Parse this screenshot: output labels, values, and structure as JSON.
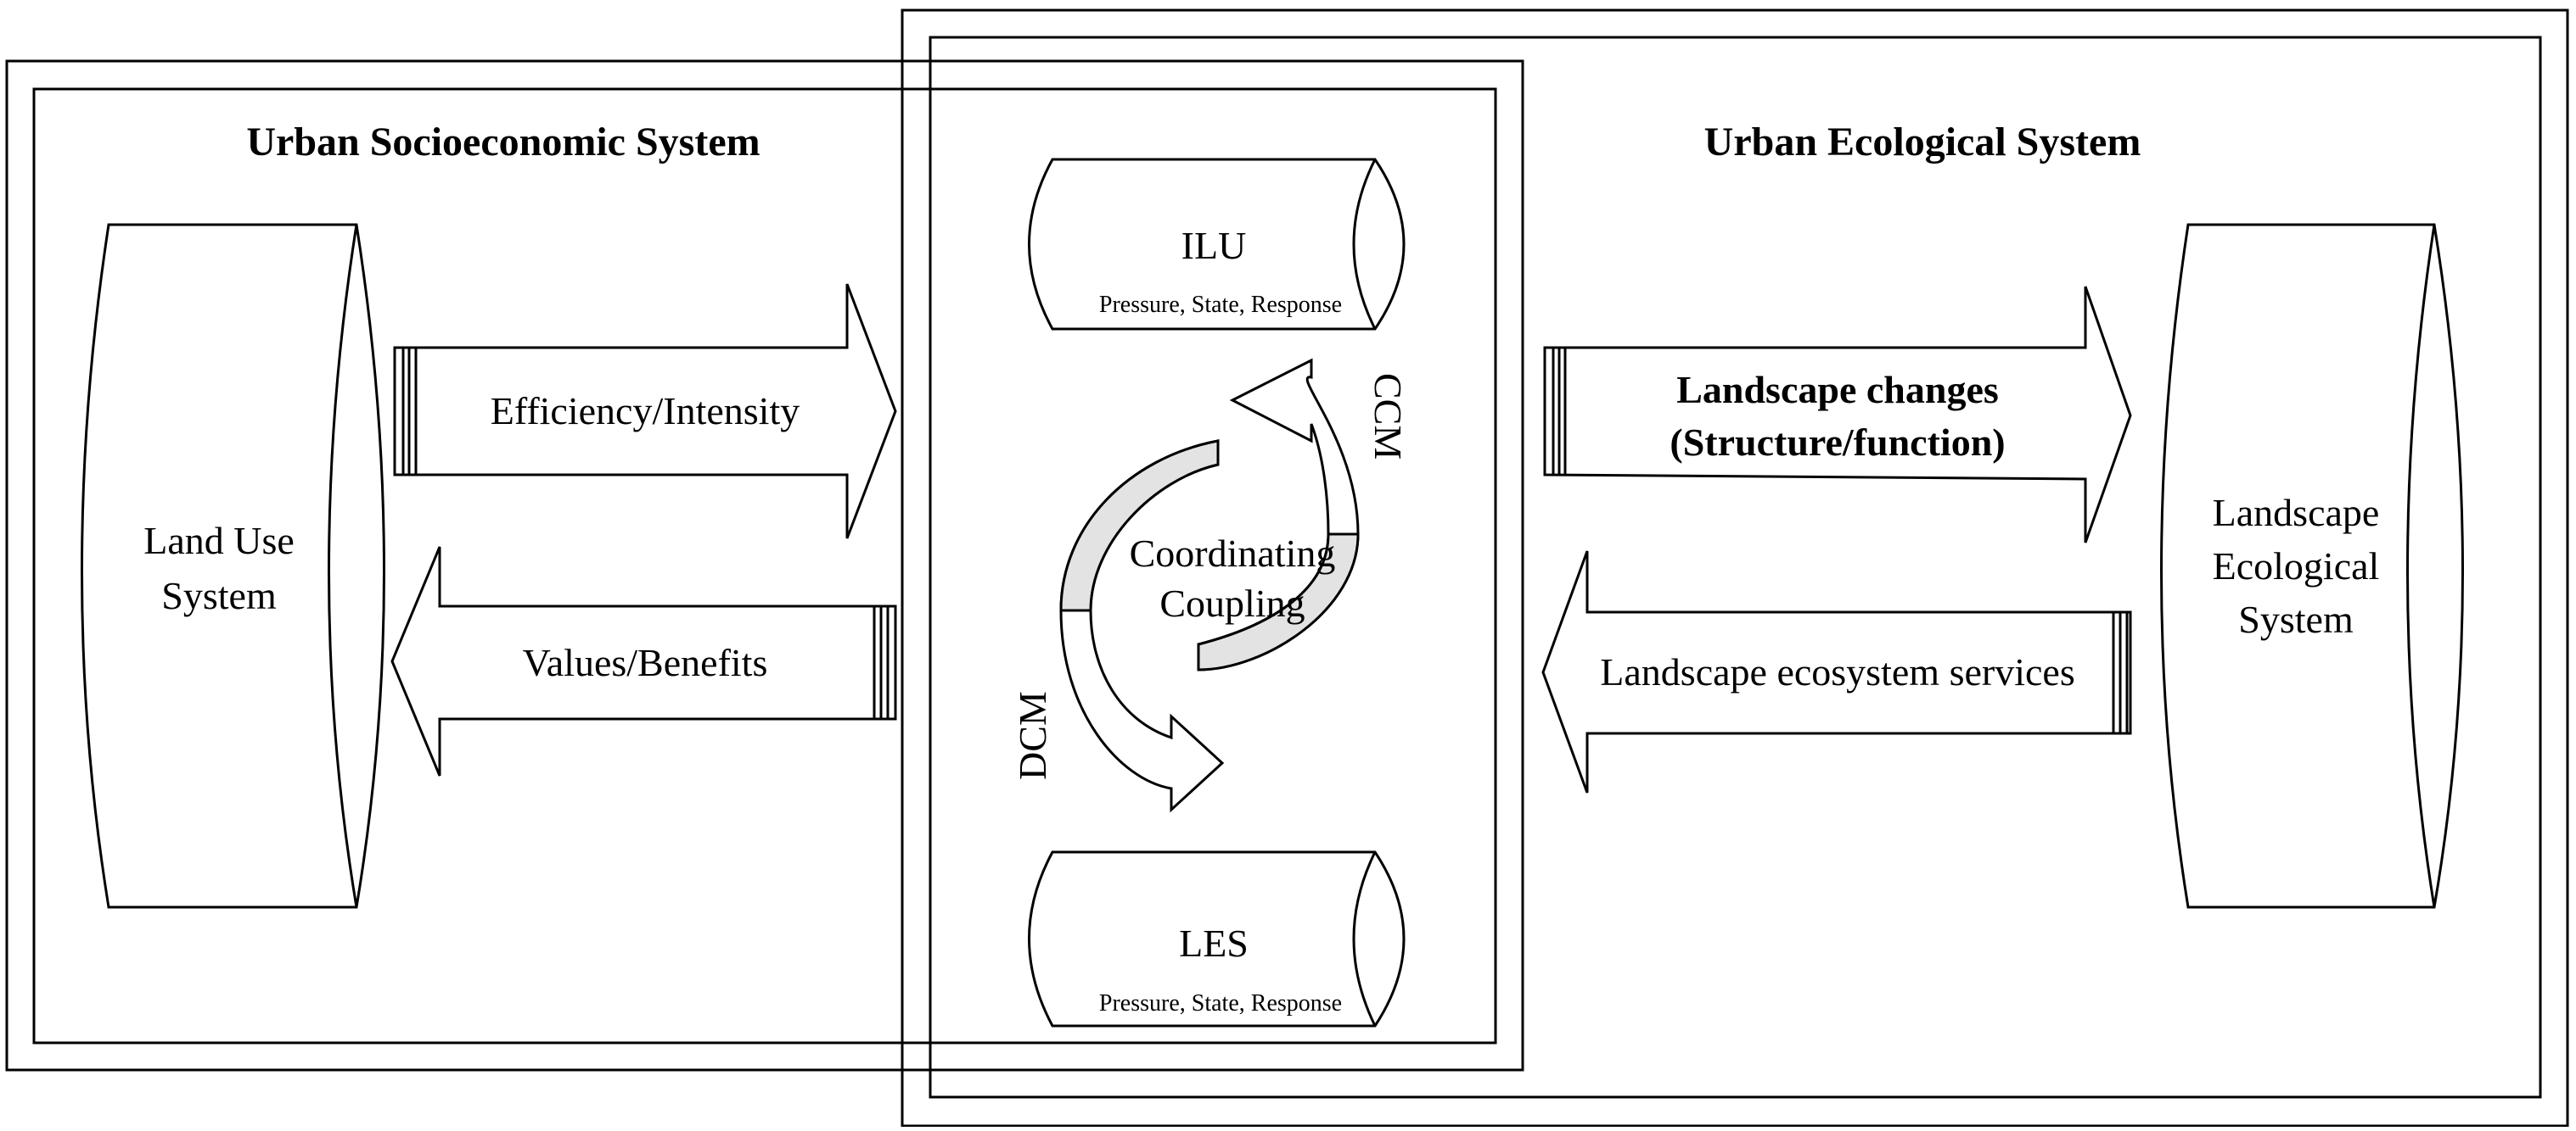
{
  "socioeconomic": {
    "title": "Urban Socioeconomic System",
    "land_use_line1": "Land Use",
    "land_use_line2": "System",
    "arrow_right_label": "Efficiency/Intensity",
    "arrow_left_label": "Values/Benefits"
  },
  "ecological": {
    "title": "Urban Ecological System",
    "landscape_line1": "Landscape",
    "landscape_line2": "Ecological",
    "landscape_line3": "System",
    "arrow_right_line1": "Landscape changes",
    "arrow_right_line2": "(Structure/function)",
    "arrow_left_label": "Landscape ecosystem services"
  },
  "coupling": {
    "top_cylinder_title": "ILU",
    "top_cylinder_sub": "Pressure, State, Response",
    "bottom_cylinder_title": "LES",
    "bottom_cylinder_sub": "Pressure, State, Response",
    "center_line1": "Coordinating",
    "center_line2": "Coupling",
    "ccm_label": "CCM",
    "dcm_label": "DCM",
    "fill_color": "#e3e3e3"
  }
}
